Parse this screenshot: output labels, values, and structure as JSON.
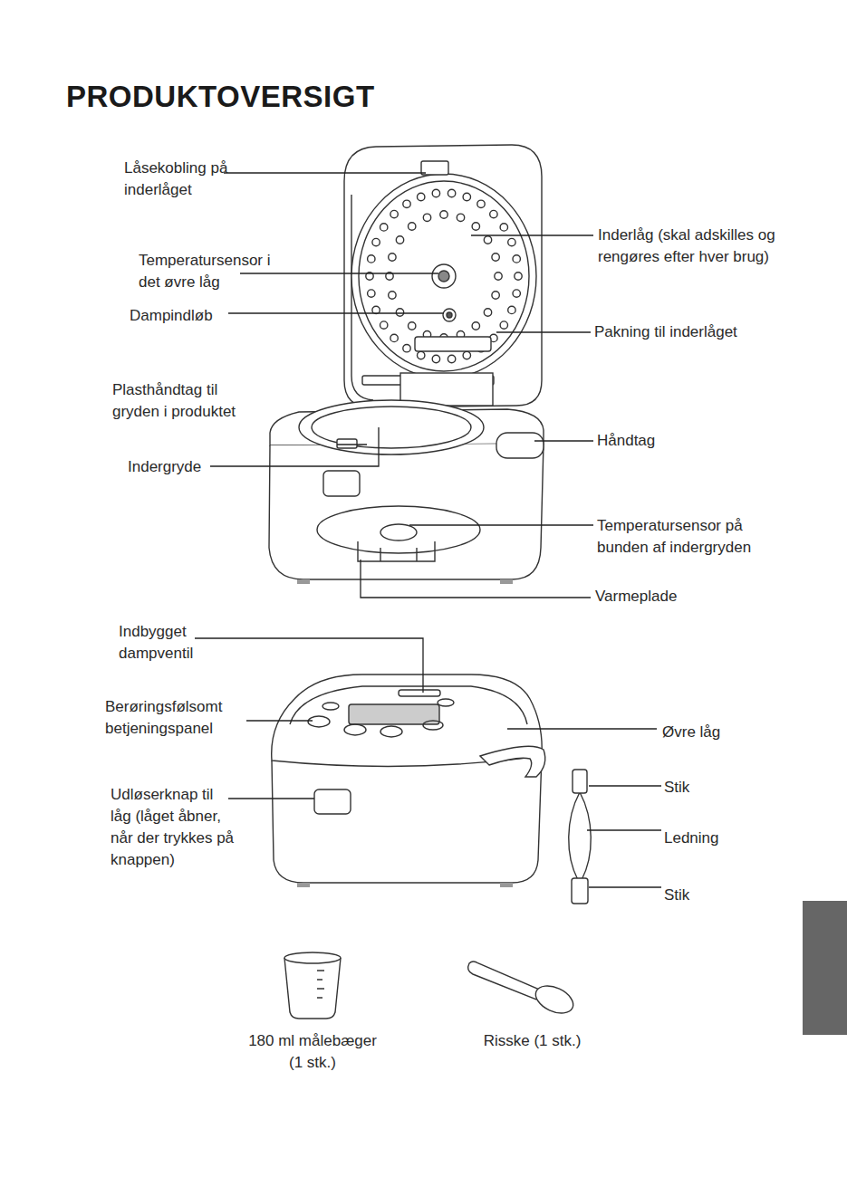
{
  "diagram": {
    "title": "PRODUKTOVERSIGT",
    "labels": [
      "Låsekobling på inderlåget",
      "Temperatursensor i det øvre låg",
      "Dampindløb",
      "Inderlåg (skal adskilles og rengøres efter hver brug)",
      "Pakning til inderlåget",
      "Plasthåndtag til gryden i produktet",
      "Indergryde",
      "Håndtag",
      "Temperatursensor på bunden af indergryden",
      "Varmeplade",
      "Indbygget dampventil",
      "Berøringsfølsomt betjeningspanel",
      "Øvre låg",
      "Udløserknap til låg (låget åbner, når der trykkes på knappen)",
      "Stik",
      "Ledning",
      "Stik",
      "180 ml målebæger (1 stk.)",
      "Risske (1 stk.)"
    ]
  }
}
